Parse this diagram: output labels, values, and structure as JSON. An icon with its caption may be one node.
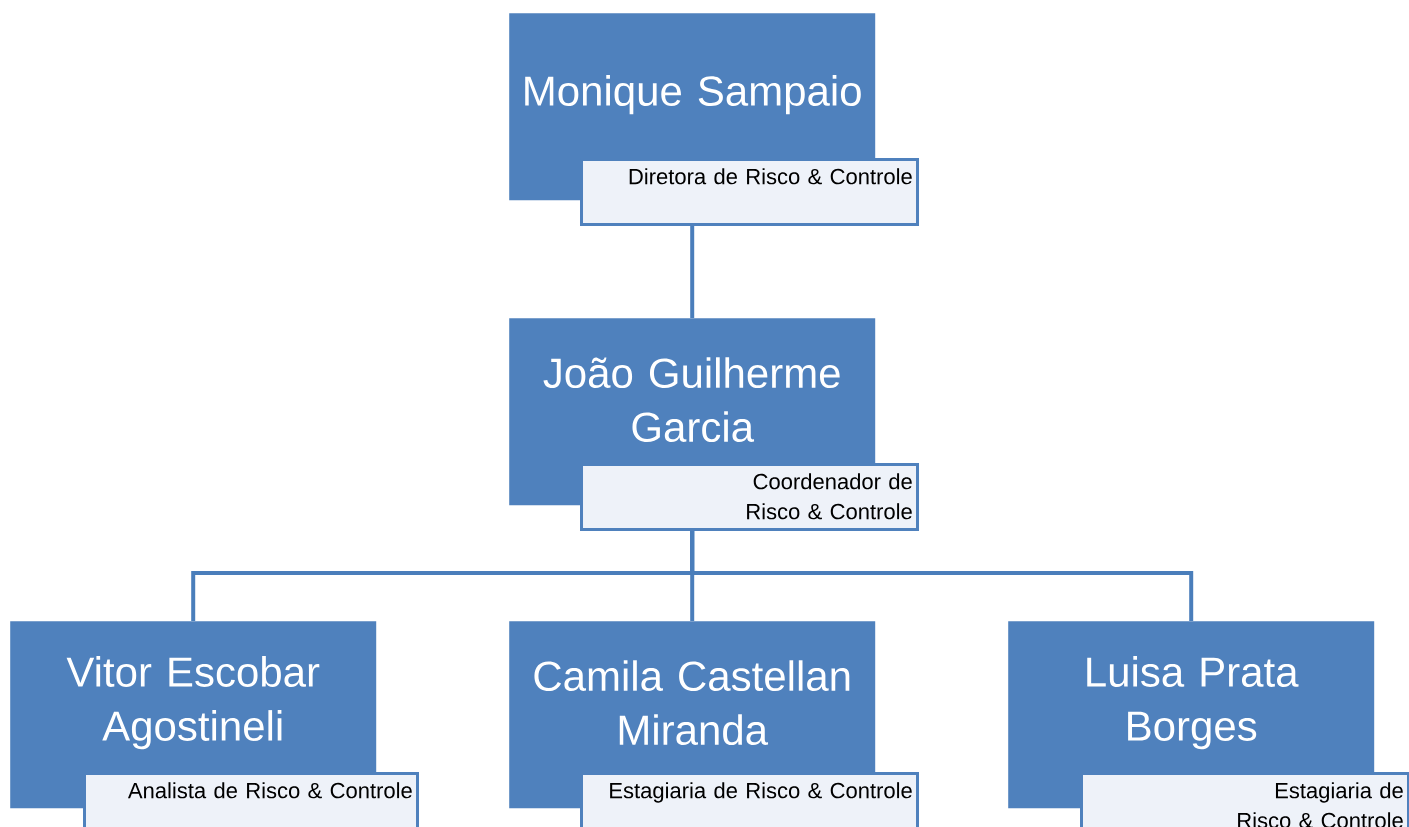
{
  "diagram": {
    "nodes": [
      {
        "text": [
          "Monique Sampaio",
          "Diretora de Risco & Controle"
        ]
      },
      {
        "text": [
          "João Guilherme Garcia",
          "Coordenador de Risco & Controle"
        ]
      },
      {
        "text": [
          "Vitor Escobar Agostineli",
          "Analista de Risco & Controle"
        ]
      },
      {
        "text": [
          "Camila Castellan Miranda",
          "Estagiaria de Risco & Controle"
        ]
      },
      {
        "text": [
          "Luisa Prata Borges",
          "Estagiaria de Risco & Controle"
        ]
      }
    ],
    "edges": [
      {
        "from": 0,
        "to": 1,
        "arrow": "none"
      },
      {
        "from": 1,
        "to": 2,
        "arrow": "none"
      },
      {
        "from": 1,
        "to": 3,
        "arrow": "none"
      },
      {
        "from": 1,
        "to": 4,
        "arrow": "none"
      }
    ]
  }
}
